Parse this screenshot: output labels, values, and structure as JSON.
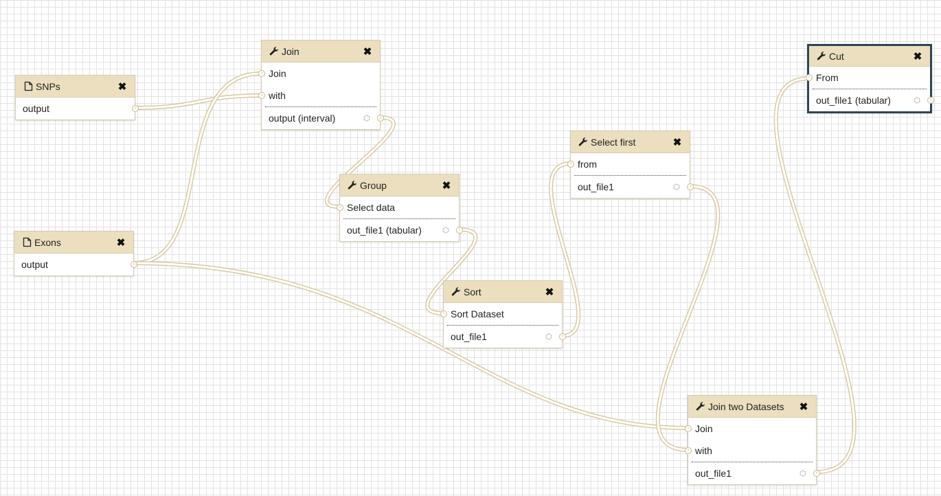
{
  "workflow": {
    "nodes": {
      "snps": {
        "title": "SNPs",
        "icon": "file-icon",
        "outputs": [
          "output"
        ]
      },
      "exons": {
        "title": "Exons",
        "icon": "file-icon",
        "outputs": [
          "output"
        ]
      },
      "join": {
        "title": "Join",
        "icon": "wrench-icon",
        "inputs": [
          "Join",
          "with"
        ],
        "outputs": [
          "output (interval)"
        ]
      },
      "group": {
        "title": "Group",
        "icon": "wrench-icon",
        "inputs": [
          "Select data"
        ],
        "outputs": [
          "out_file1 (tabular)"
        ]
      },
      "sort": {
        "title": "Sort",
        "icon": "wrench-icon",
        "inputs": [
          "Sort Dataset"
        ],
        "outputs": [
          "out_file1"
        ]
      },
      "select_first": {
        "title": "Select first",
        "icon": "wrench-icon",
        "inputs": [
          "from"
        ],
        "outputs": [
          "out_file1"
        ]
      },
      "join_two": {
        "title": "Join two Datasets",
        "icon": "wrench-icon",
        "inputs": [
          "Join",
          "with"
        ],
        "outputs": [
          "out_file1"
        ]
      },
      "cut": {
        "title": "Cut",
        "icon": "wrench-icon",
        "inputs": [
          "From"
        ],
        "outputs": [
          "out_file1 (tabular)"
        ],
        "selected": true
      }
    },
    "close_symbol": "✖",
    "terminal_symbol": "›"
  },
  "colors": {
    "node_header": "#ebdfbf",
    "node_border": "#d5cbb0",
    "connector": "#d9c9a1",
    "selected_border": "#2f4554",
    "grid": "#e2e2e2"
  }
}
